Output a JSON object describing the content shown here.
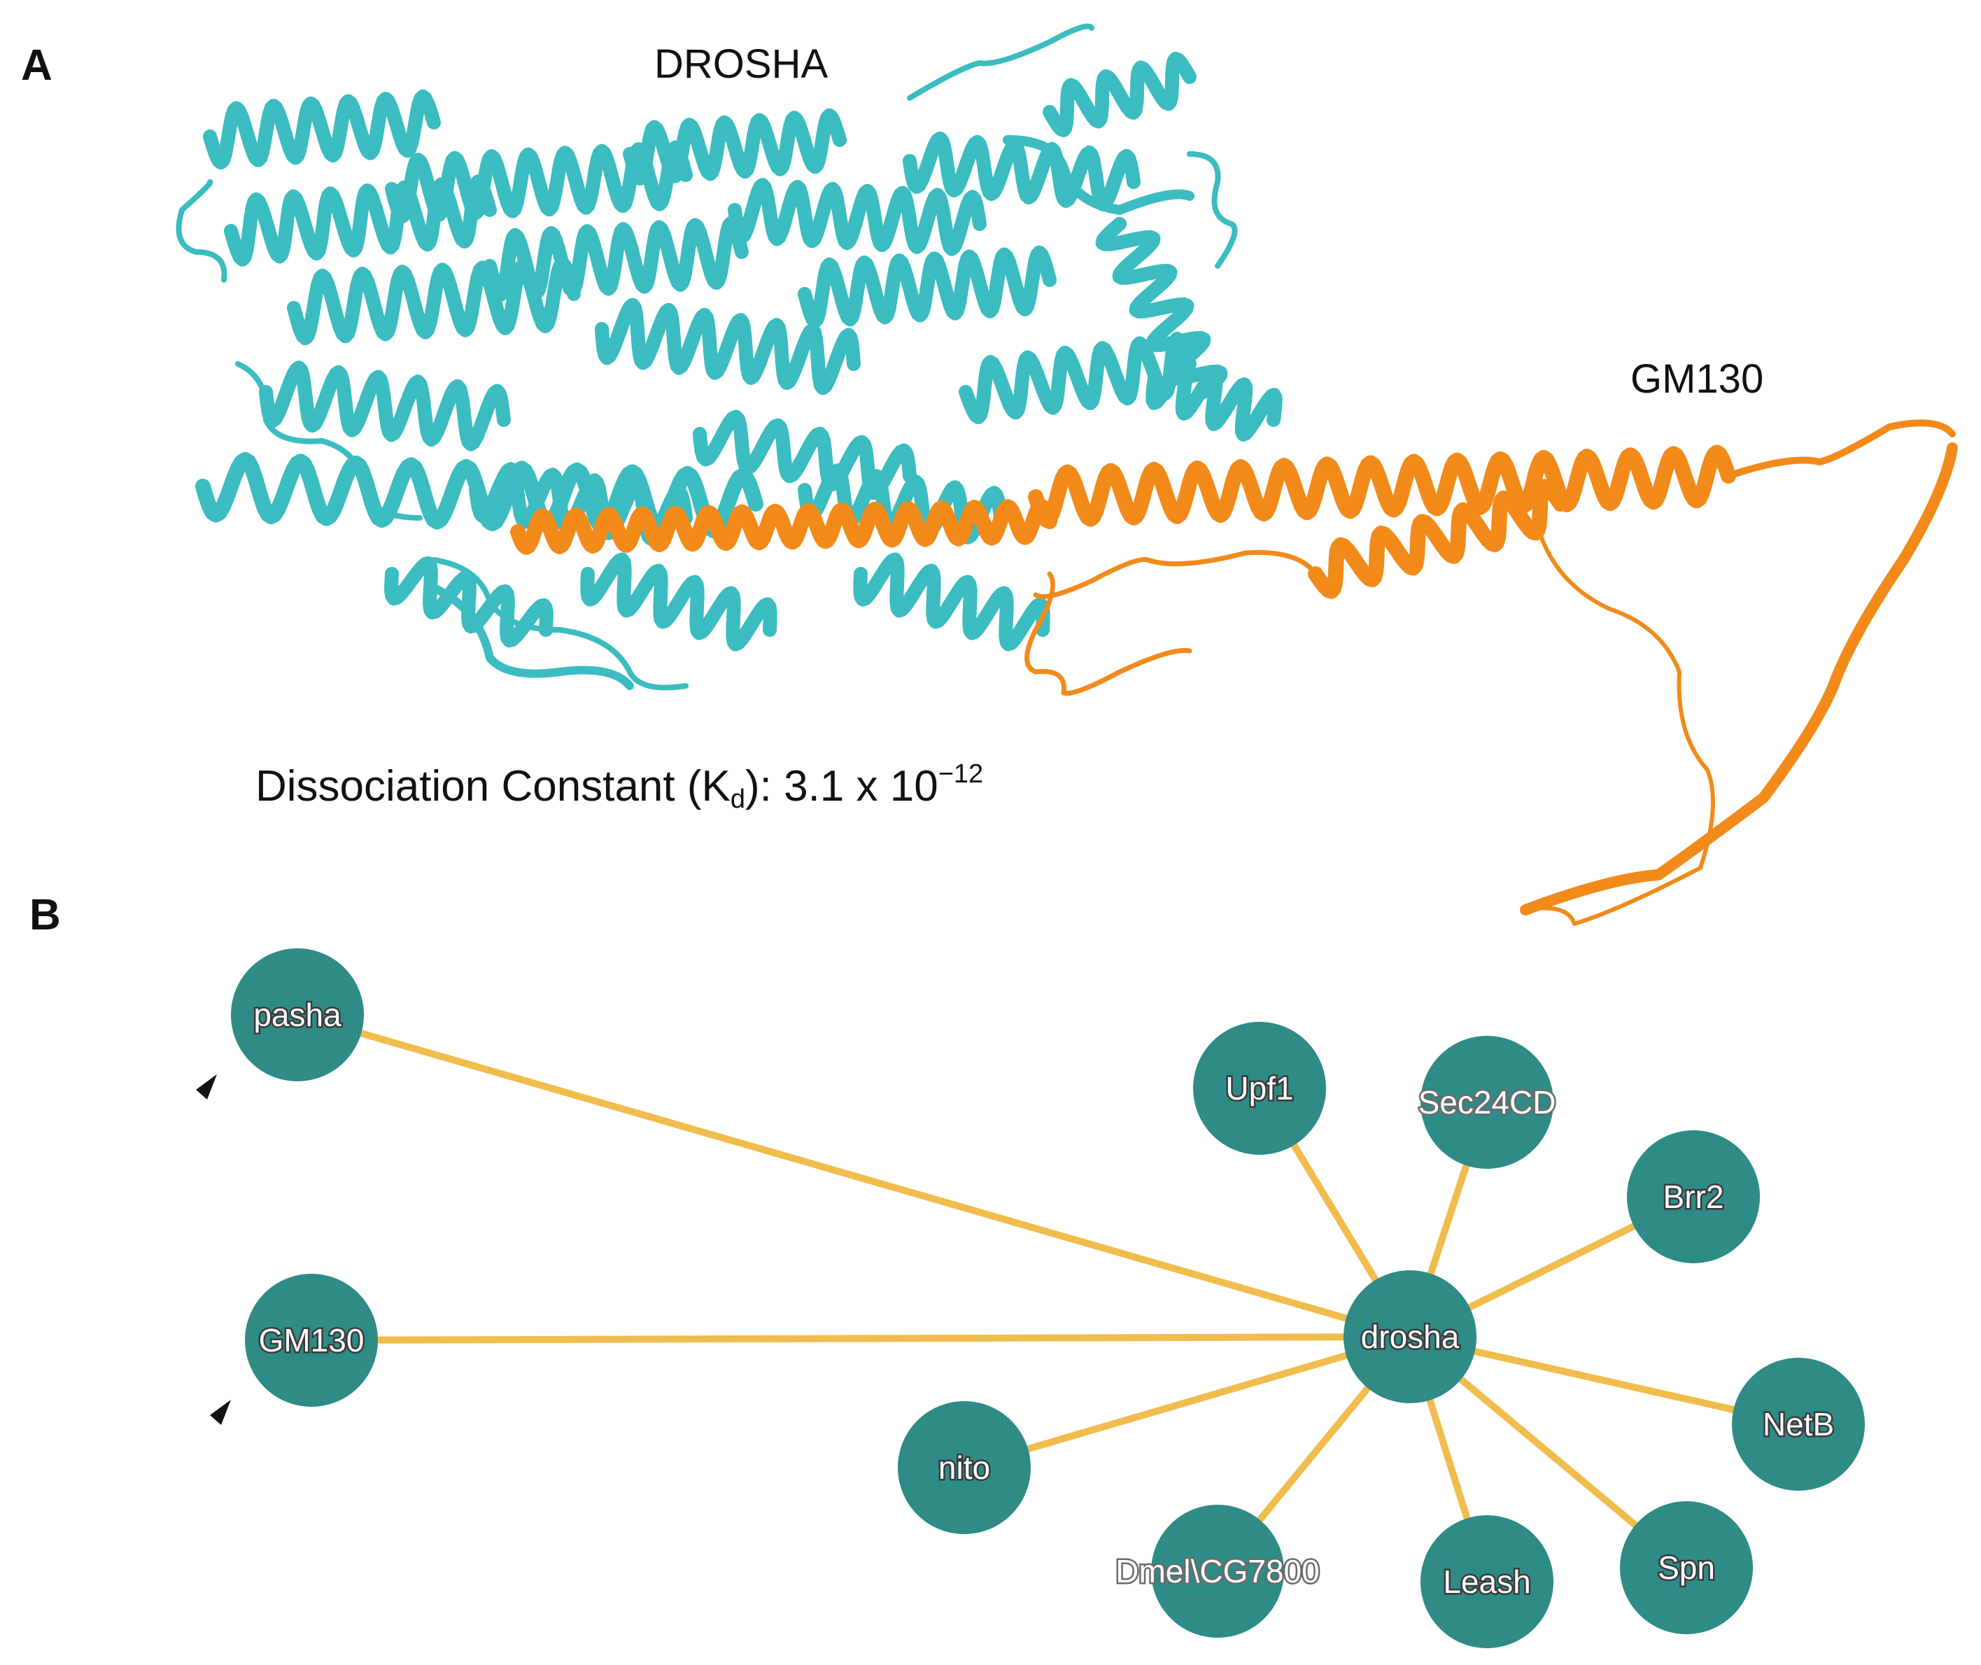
{
  "panel_a": {
    "label": "A",
    "protein1": "DROSHA",
    "protein2": "GM130",
    "kd": {
      "prefix": "Dissociation Constant (K",
      "sub": "d",
      "middle": "): 3.1 x 10",
      "sup": "−12"
    },
    "colors": {
      "protein1": "#3bbcc0",
      "protein2": "#f28a1a"
    }
  },
  "panel_b": {
    "label": "B",
    "colors": {
      "node": "#2e8b86",
      "edge": "#f0bc4c",
      "arrow": "#111111"
    },
    "nodes": [
      {
        "id": "pasha",
        "label": "pasha",
        "arrow": true
      },
      {
        "id": "GM130",
        "label": "GM130",
        "arrow": true
      },
      {
        "id": "Upf1",
        "label": "Upf1"
      },
      {
        "id": "Sec24CD",
        "label": "Sec24CD",
        "boxed": true
      },
      {
        "id": "Brr2",
        "label": "Brr2"
      },
      {
        "id": "drosha",
        "label": "drosha"
      },
      {
        "id": "NetB",
        "label": "NetB"
      },
      {
        "id": "nito",
        "label": "nito"
      },
      {
        "id": "DmelCG7800",
        "label": "Dmel\\CG7800",
        "boxed": true
      },
      {
        "id": "Leash",
        "label": "Leash"
      },
      {
        "id": "Spn",
        "label": "Spn"
      }
    ],
    "edges": [
      [
        "drosha",
        "pasha"
      ],
      [
        "drosha",
        "GM130"
      ],
      [
        "drosha",
        "Upf1"
      ],
      [
        "drosha",
        "Sec24CD"
      ],
      [
        "drosha",
        "Brr2"
      ],
      [
        "drosha",
        "NetB"
      ],
      [
        "drosha",
        "nito"
      ],
      [
        "drosha",
        "DmelCG7800"
      ],
      [
        "drosha",
        "Leash"
      ],
      [
        "drosha",
        "Spn"
      ]
    ]
  }
}
